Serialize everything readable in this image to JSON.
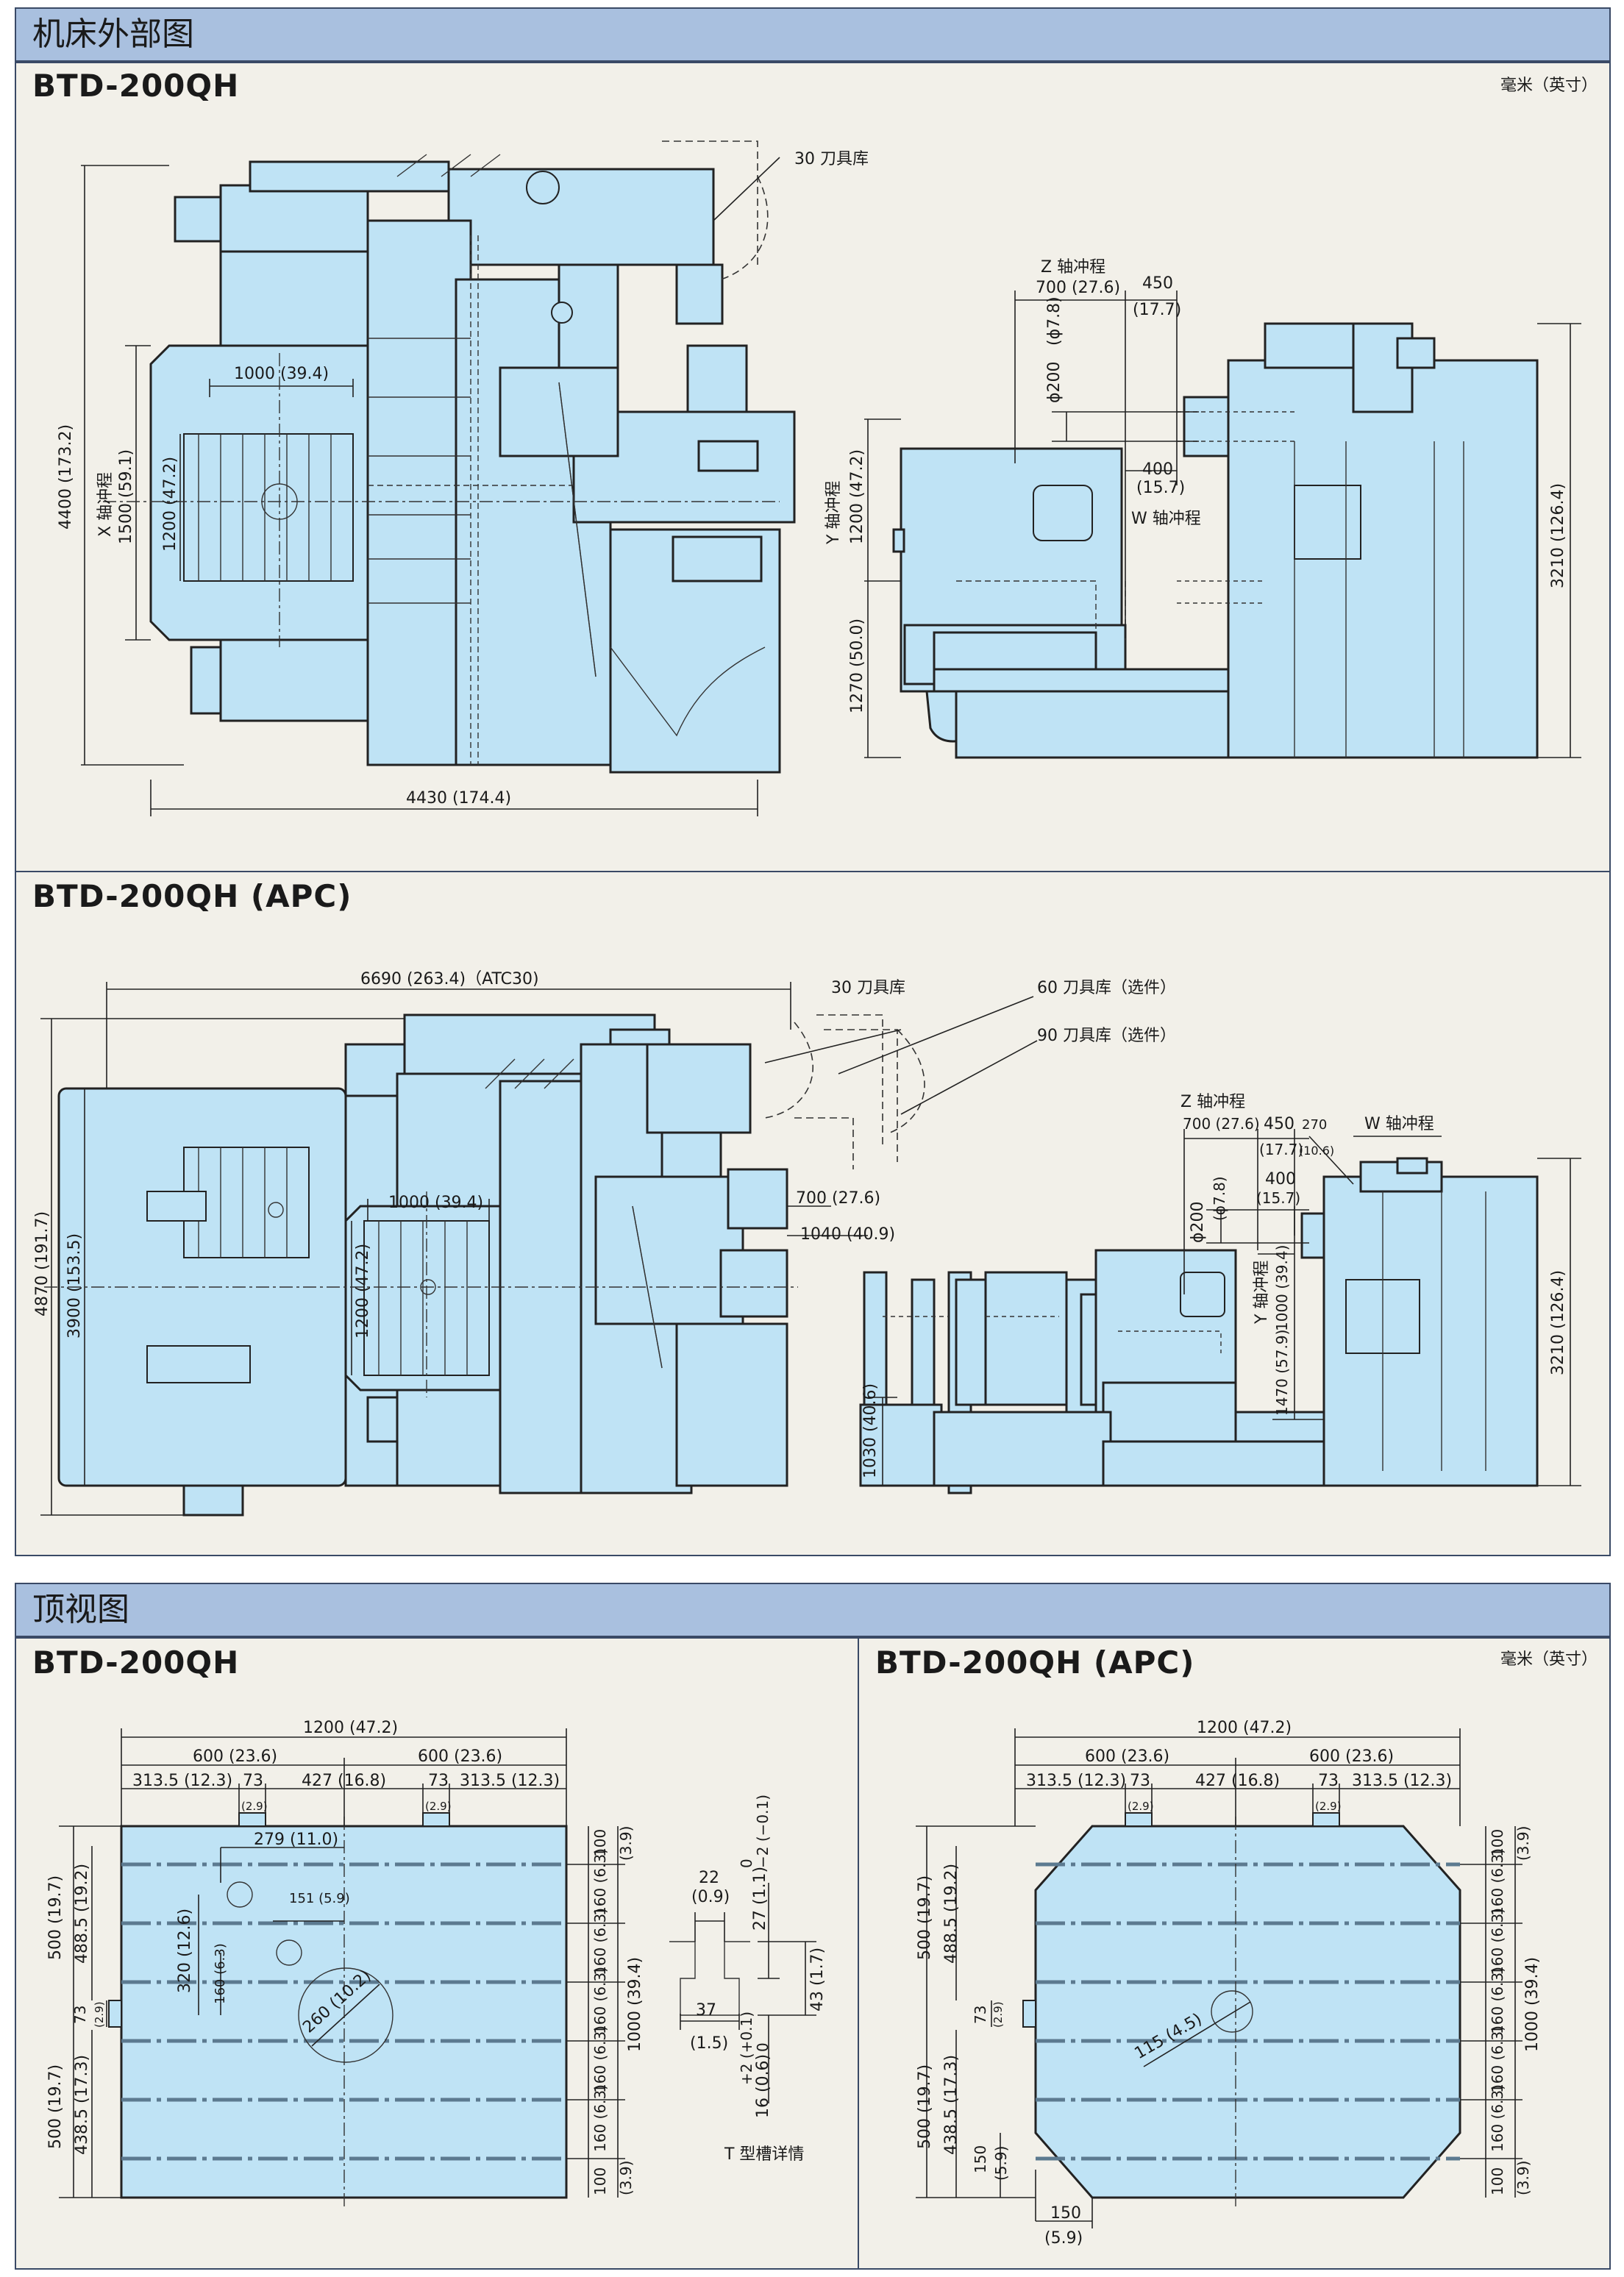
{
  "sections": {
    "exterior": {
      "title": "机床外部图"
    },
    "top_view": {
      "title": "顶视图"
    }
  },
  "unit_note": "毫米（英寸）",
  "colors": {
    "machine_fill": "#bfe3f5",
    "header_bg": "#a9c0df",
    "panel_bg": "#f2f0e9",
    "outline": "#222222"
  },
  "btd200qh": {
    "model": "BTD-200QH",
    "front": {
      "atc": "30 刀具库",
      "width_table": "1000 (39.4)",
      "height_total": "4400 (173.2)",
      "x_stroke_label": "X 轴冲程",
      "x_stroke_value": "1500 (59.1)",
      "table_depth": "1200 (47.2)",
      "length_total": "4430 (174.4)"
    },
    "side": {
      "z_stroke_label": "Z 轴冲程",
      "z_stroke_value": "700 (27.6)",
      "d450": "450",
      "d450_in": "(17.7)",
      "phi200": "ϕ200",
      "phi200_in": "(ϕ7.8)",
      "w400": "400",
      "w400_in": "(15.7)",
      "w_stroke_label": "W 轴冲程",
      "y_stroke_label": "Y 轴冲程",
      "y_stroke_value": "1200 (47.2)",
      "table_height": "1270 (50.0)",
      "total_height": "3210 (126.4)"
    }
  },
  "apc": {
    "model": "BTD-200QH (APC)",
    "front": {
      "length_total": "6690 (263.4)（ATC30)",
      "atc30": "30 刀具库",
      "atc60": "60 刀具库（选件）",
      "atc90": "90 刀具库（选件）",
      "height_total": "4870 (191.7)",
      "height_inner": "3900 (153.5)",
      "table_width": "1000 (39.4)",
      "table_depth": "1200 (47.2)",
      "d700": "700 (27.6)",
      "d1040": "1040 (40.9)"
    },
    "side": {
      "z_stroke_label": "Z 轴冲程",
      "z_stroke_value": "700 (27.6)",
      "d450": "450",
      "d270": "270",
      "d450_in": "(17.7)",
      "d270_in": "(10.6)",
      "w_stroke_label": "W 轴冲程",
      "phi200": "ϕ200",
      "phi200_in": "(ϕ7.8)",
      "w400": "400",
      "w400_in": "(15.7)",
      "y_stroke_label": "Y 轴冲程",
      "y_stroke_value": "1000 (39.4)",
      "d1470": "1470 (57.9)",
      "d1030": "1030 (40.6)",
      "total_height": "3210 (126.4)"
    }
  },
  "top_qh": {
    "model": "BTD-200QH",
    "w1200": "1200 (47.2)",
    "w600_l": "600 (23.6)",
    "w600_r": "600 (23.6)",
    "w313_l": "313.5 (12.3)",
    "w73_l": "73",
    "w427": "427 (16.8)",
    "w73_r": "73",
    "w313_r": "313.5 (12.3)",
    "in29_l": "(2.9)",
    "in29_r": "(2.9)",
    "d279": "279 (11.0)",
    "d151": "151 (5.9)",
    "d320": "320 (12.6)",
    "d160s": "160 (6.3)",
    "d260": "260 (10.2)",
    "h500_t": "500 (19.7)",
    "h488": "488.5 (19.2)",
    "h73": "73",
    "h29": "(2.9)",
    "h500_b": "500 (19.7)",
    "h438": "438.5 (17.3)",
    "r100_t": "100",
    "r39_t": "(3.9)",
    "r160": "160 (6.3)",
    "r100_b": "100",
    "r39_b": "(3.9)",
    "r1000": "1000 (39.4)"
  },
  "tslot": {
    "w22": "22",
    "w22_in": "(0.9)",
    "tol_top_a": "0",
    "tol_top_b": "−2 (−0.1)",
    "d27": "27 (1.1)",
    "d43": "43 (1.7)",
    "w37": "37",
    "w37_in": "(1.5)",
    "tol_bot_a": "+2 (+0.1)",
    "tol_bot_b": "0",
    "d16": "16 (0.6)",
    "caption": "T 型槽详情"
  },
  "top_apc": {
    "model": "BTD-200QH (APC)",
    "w1200": "1200 (47.2)",
    "w600_l": "600 (23.6)",
    "w600_r": "600 (23.6)",
    "w313_l": "313.5 (12.3)",
    "w73_l": "73",
    "w427": "427 (16.8)",
    "w73_r": "73",
    "w313_r": "313.5 (12.3)",
    "in29_l": "(2.9)",
    "in29_r": "(2.9)",
    "d115": "115 (4.5)",
    "h500_t": "500 (19.7)",
    "h488": "488.5 (19.2)",
    "h73": "73",
    "h29": "(2.9)",
    "h500_b": "500 (19.7)",
    "h438": "438.5 (17.3)",
    "h150": "150",
    "h59": "(5.9)",
    "b150": "150",
    "b59": "(5.9)",
    "r100_t": "100",
    "r39_t": "(3.9)",
    "r160": "160 (6.3)",
    "r100_b": "100",
    "r39_b": "(3.9)",
    "r1000": "1000 (39.4)"
  }
}
